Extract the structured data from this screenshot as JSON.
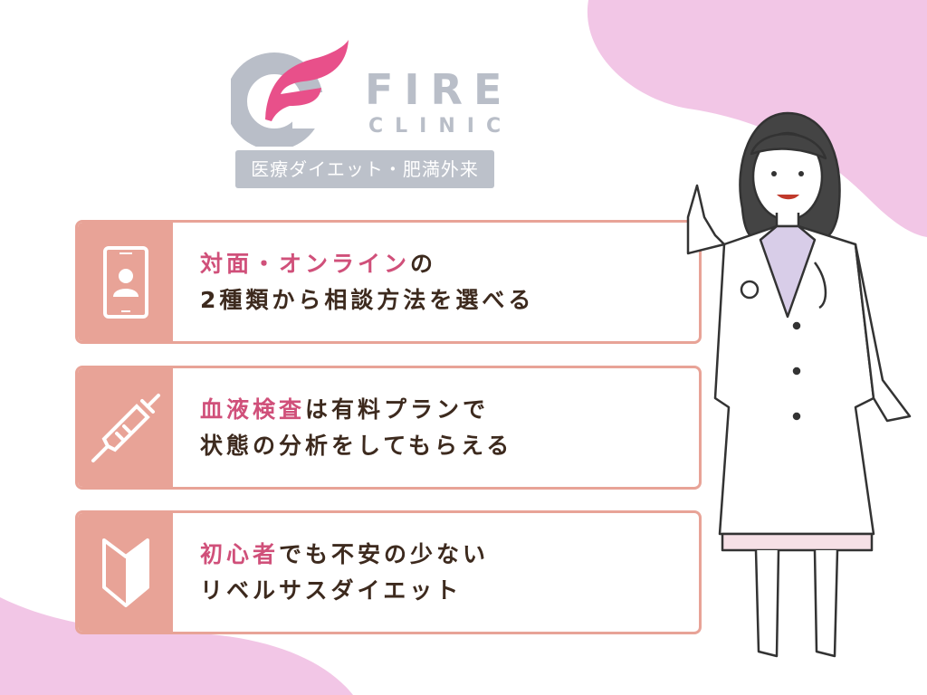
{
  "logo": {
    "brand_line1": "FIRE",
    "brand_line2": "CLINIC",
    "tagline": "医療ダイエット・肥満外来"
  },
  "features": [
    {
      "icon": "smartphone-user-icon",
      "highlight": "対面・オンライン",
      "line1_rest": "の",
      "line2": "2種類から相談方法を選べる"
    },
    {
      "icon": "syringe-icon",
      "highlight": "血液検査",
      "line1_rest": "は有料プランで",
      "line2": "状態の分析をしてもらえる"
    },
    {
      "icon": "beginner-mark-icon",
      "highlight": "初心者",
      "line1_rest": "でも不安の少ない",
      "line2": "リベルサスダイエット"
    }
  ],
  "colors": {
    "accent": "#e8a397",
    "highlight_text": "#d0507a",
    "body_text": "#3d2a1e",
    "logo_gray": "#b9bec8",
    "logo_pink": "#e8508a",
    "background_blob": "#f2c6e6"
  }
}
